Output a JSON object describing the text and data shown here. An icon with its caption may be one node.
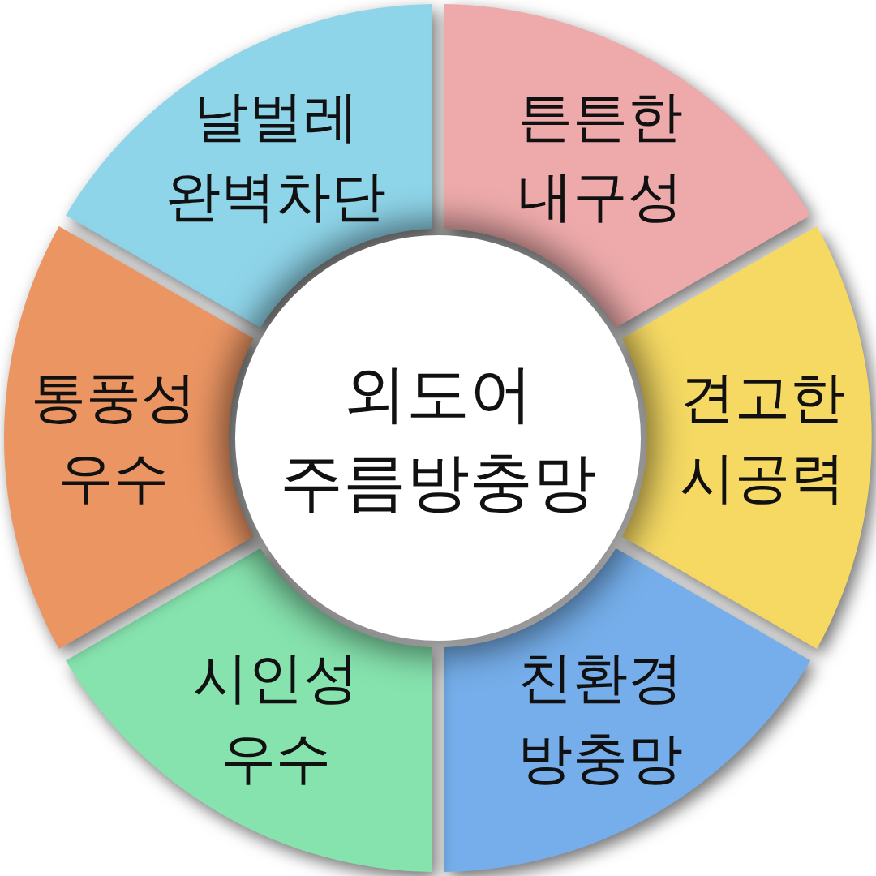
{
  "diagram": {
    "nodes": [
      {
        "text": [
          "외도어 주름방충망"
        ]
      },
      {
        "text": [
          "날벌레 완벽차단"
        ]
      },
      {
        "text": [
          "튼튼한 내구성"
        ]
      },
      {
        "text": [
          "견고한 시공력"
        ]
      },
      {
        "text": [
          "친환경 방충망"
        ]
      },
      {
        "text": [
          "시인성 우수"
        ]
      },
      {
        "text": [
          "통풍성 우수"
        ]
      }
    ]
  }
}
